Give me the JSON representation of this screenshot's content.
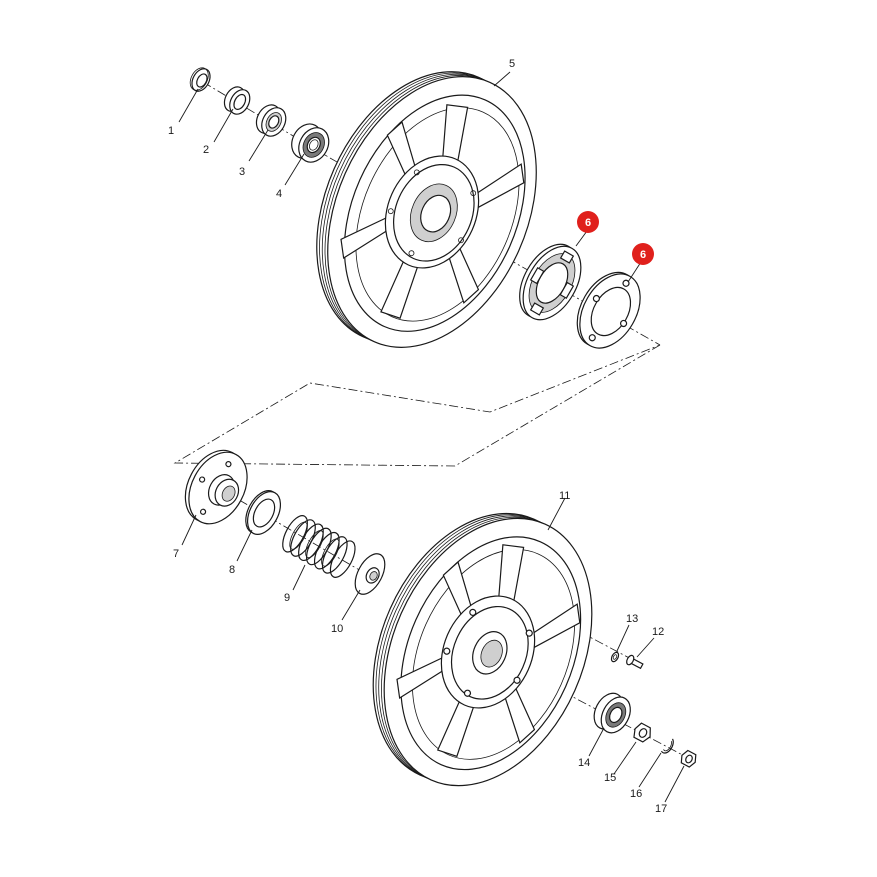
{
  "callouts": {
    "c1": "1",
    "c2": "2",
    "c3": "3",
    "c4": "4",
    "c5": "5",
    "c6a": "6",
    "c6b": "6",
    "c7": "7",
    "c8": "8",
    "c9": "9",
    "c10": "10",
    "c11": "11",
    "c12": "12",
    "c13": "13",
    "c14": "14",
    "c15": "15",
    "c16": "16",
    "c17": "17"
  },
  "colors": {
    "highlight": "#e0201c",
    "line": "#1a1a1a",
    "background": "#ffffff"
  }
}
